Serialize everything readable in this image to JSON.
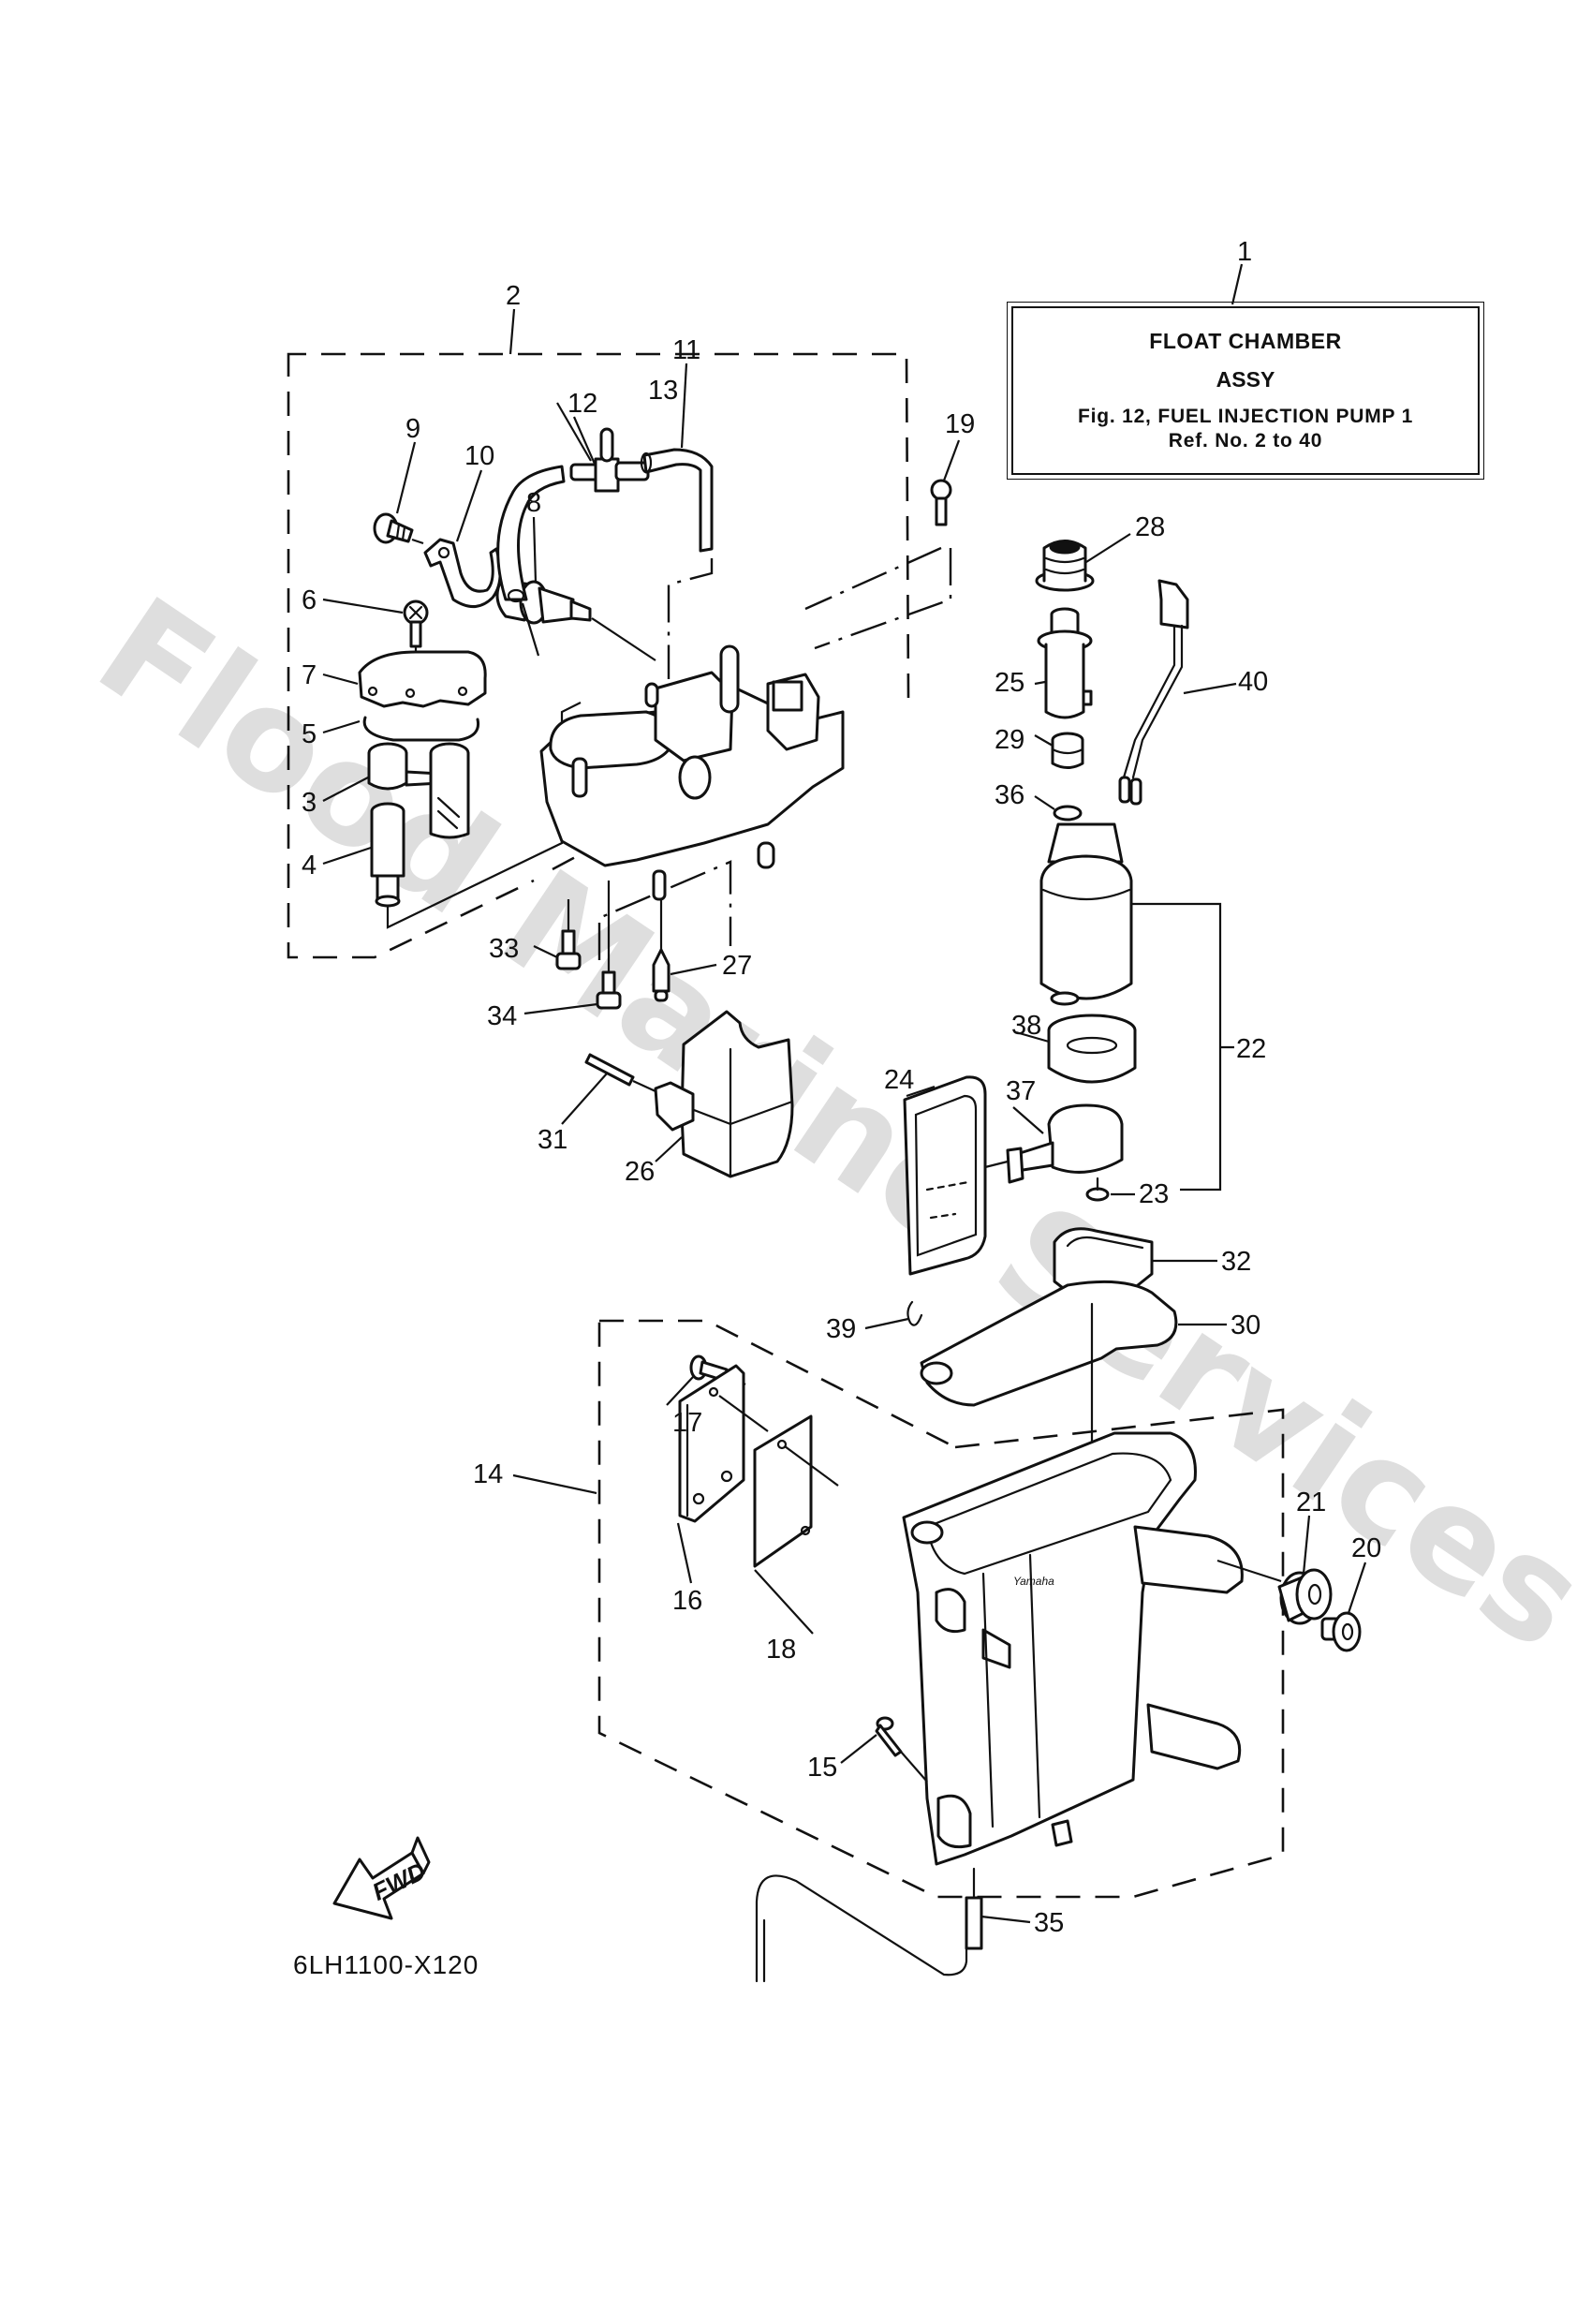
{
  "title_box": {
    "line1": "FLOAT CHAMBER",
    "line2": "ASSY",
    "line3": "Fig. 12, FUEL INJECTION PUMP 1",
    "line4": "Ref. No. 2 to 40"
  },
  "watermark": {
    "text": "Flood Marine Services"
  },
  "fwd_arrow": {
    "label": "FWD",
    "icon": "fwd-arrow-icon"
  },
  "figure_code": "6LH1100-X120",
  "callouts": {
    "c1": "1",
    "c2": "2",
    "c3": "3",
    "c4": "4",
    "c5": "5",
    "c6": "6",
    "c7": "7",
    "c8": "8",
    "c9": "9",
    "c10": "10",
    "c11": "11",
    "c12": "12",
    "c13": "13",
    "c14": "14",
    "c15": "15",
    "c16": "16",
    "c17": "17",
    "c18": "18",
    "c19": "19",
    "c20": "20",
    "c21": "21",
    "c22": "22",
    "c23": "23",
    "c24": "24",
    "c25": "25",
    "c26": "26",
    "c27": "27",
    "c28": "28",
    "c29": "29",
    "c30": "30",
    "c31": "31",
    "c32": "32",
    "c33": "33",
    "c34": "34",
    "c35": "35",
    "c36": "36",
    "c37": "37",
    "c38": "38",
    "c39": "39",
    "c40": "40"
  }
}
